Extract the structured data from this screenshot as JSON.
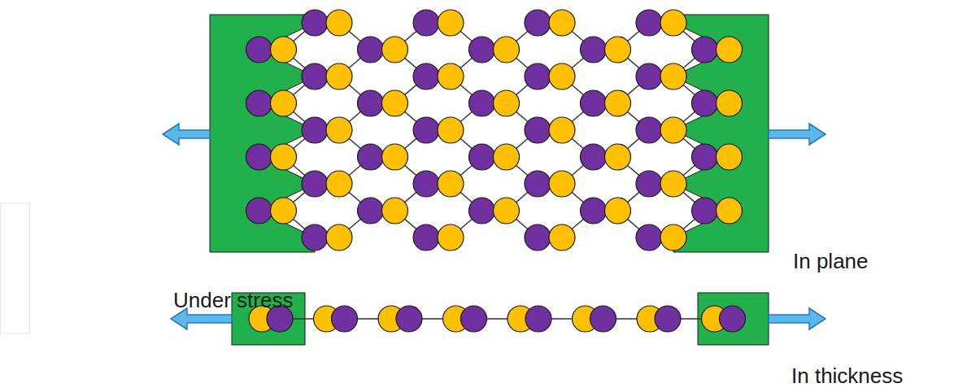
{
  "diagram": {
    "labels": [
      "Under stress",
      "In plane",
      "In thickness"
    ]
  }
}
